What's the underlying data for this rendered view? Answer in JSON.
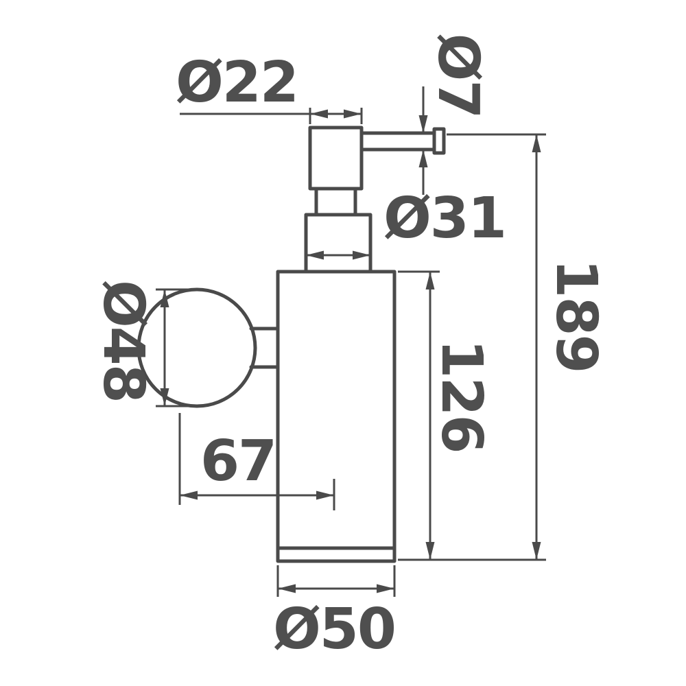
{
  "drawing": {
    "type": "dimensioned technical line drawing",
    "subject": "wall-mounted soap dispenser side view"
  },
  "colors": {
    "background": "#ffffff",
    "line": "#4a4a4a",
    "label_text": "#4f4f4f"
  },
  "dimensions": {
    "pump_head_diameter": "Ø22",
    "spout_diameter": "Ø7",
    "collar_diameter": "Ø31",
    "wall_plate_diameter": "Ø48",
    "total_height": "189",
    "body_height": "126",
    "wall_to_body_center": "67",
    "body_diameter": "Ø50"
  }
}
